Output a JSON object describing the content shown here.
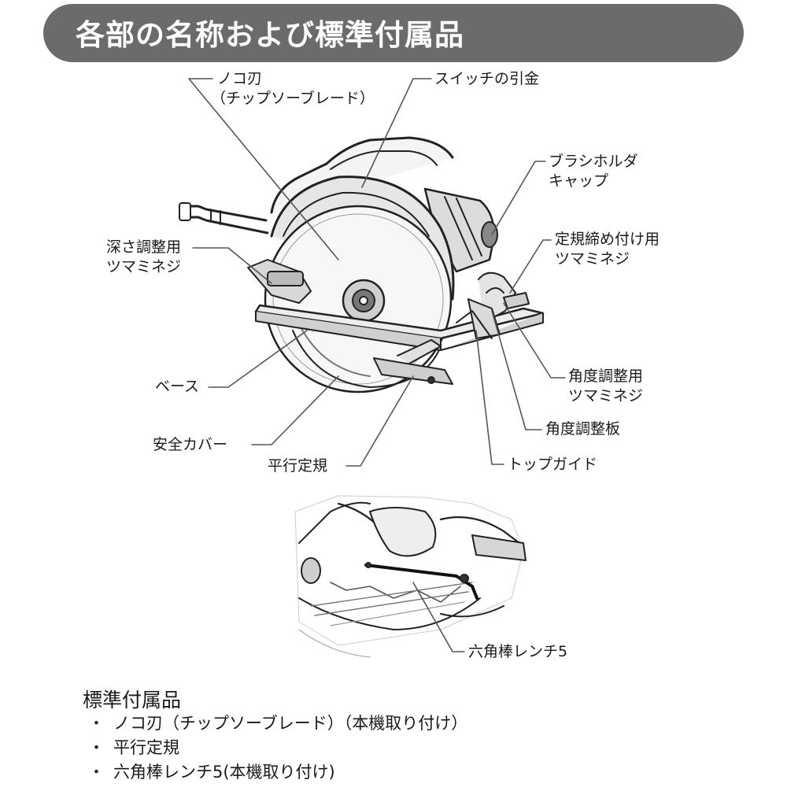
{
  "header": {
    "title": "各部の名称および標準付属品",
    "bg_color": "#6b6b6b",
    "text_color": "#ffffff"
  },
  "labels": {
    "blade_line1": "ノコ刃",
    "blade_line2": "（チップソーブレード）",
    "switch_trigger": "スイッチの引金",
    "brush_cap_line1": "ブラシホルダ",
    "brush_cap_line2": "キャップ",
    "depth_knob_line1": "深さ調整用",
    "depth_knob_line2": "ツマミネジ",
    "guide_knob_line1": "定規締め付け用",
    "guide_knob_line2": "ツマミネジ",
    "base": "ベース",
    "bevel_knob_line1": "角度調整用",
    "bevel_knob_line2": "ツマミネジ",
    "bevel_plate": "角度調整板",
    "safety_cover": "安全カバー",
    "top_guide": "トップガイド",
    "rip_fence": "平行定規",
    "hex_wrench": "六角棒レンチ5"
  },
  "accessories": {
    "heading": "標準付属品",
    "bullet": "・",
    "items": [
      "ノコ刃（チップソーブレード）（本機取り付け）",
      "平行定規",
      "六角棒レンチ5(本機取り付け)"
    ]
  }
}
